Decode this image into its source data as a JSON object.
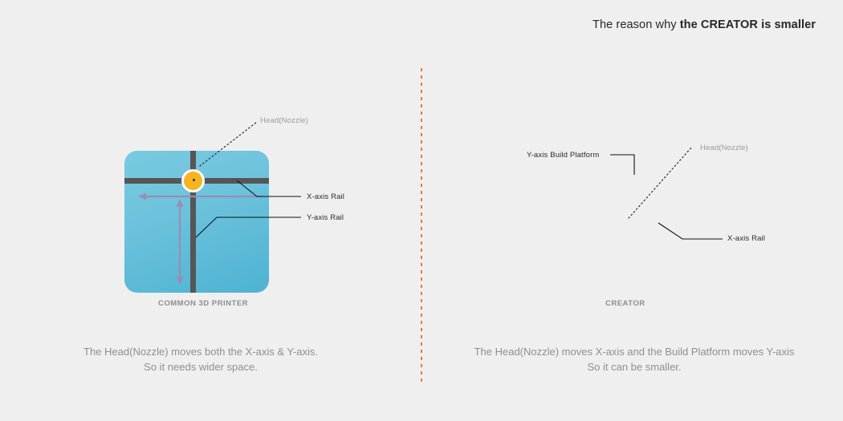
{
  "header": {
    "title_plain": "The reason why ",
    "title_bold": "the CREATOR is smaller"
  },
  "divider": {
    "color": "#ef7733",
    "style": "dashed-vertical"
  },
  "left_panel": {
    "machine_caption": "COMMON 3D PRINTER",
    "labels": {
      "head": "Head(Nozzle)",
      "x_axis": "X-axis Rail",
      "y_axis": "Y-axis Rail"
    },
    "caption_line1": "The Head(Nozzle) moves both the X-axis & Y-axis.",
    "caption_line2": "So it needs wider space.",
    "colors": {
      "body": "#6ec3dc",
      "rail": "#565656",
      "nozzle": "#f6b519",
      "arrow": "#9b8bb5"
    }
  },
  "right_panel": {
    "machine_caption": "CREATOR",
    "labels": {
      "head": "Head(Nozzle)",
      "x_axis": "X-axis Rail",
      "build_platform": "Y-axis Build  Platform"
    },
    "caption_line1": "The Head(Nozzle) moves X-axis and the Build Platform moves Y-axis",
    "caption_line2": "So it can be smaller.",
    "colors": {
      "body": "#6ec3dc",
      "platform": "#e0512a",
      "rail": "#565656",
      "nozzle": "#f6b519",
      "arrow": "#9b8bb5",
      "platform_arrow": "#f2b9a5"
    }
  }
}
